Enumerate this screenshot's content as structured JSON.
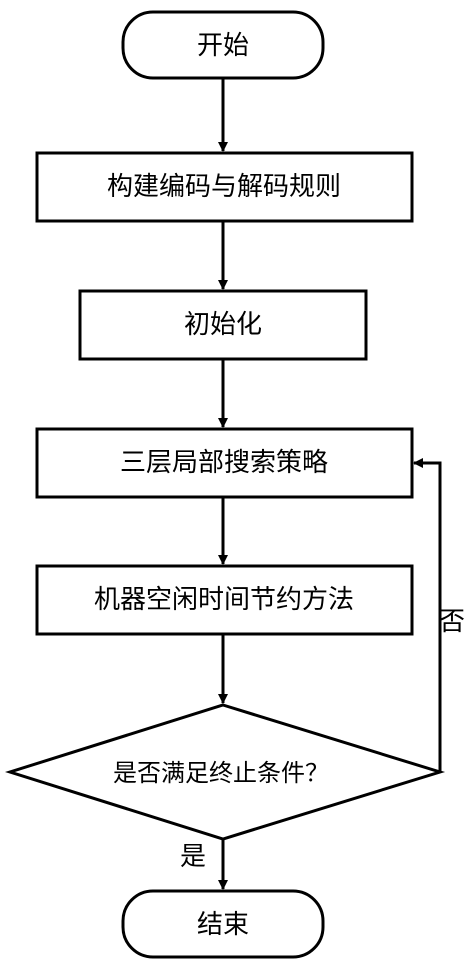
{
  "flowchart": {
    "start": "开始",
    "step1": "构建编码与解码规则",
    "step2": "初始化",
    "step3": "三层局部搜索策略",
    "step4": "机器空闲时间节约方法",
    "decision": "是否满足终止条件？",
    "yes_label": "是",
    "no_label": "否",
    "end": "结束"
  }
}
